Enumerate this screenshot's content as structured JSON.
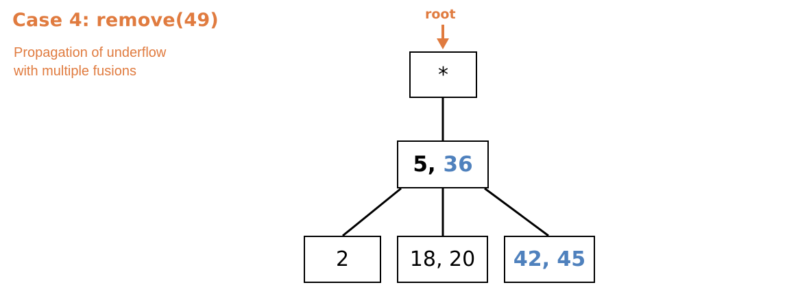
{
  "title": "Case 4: remove(49)",
  "subtitle_line1": "Propagation of underflow",
  "subtitle_line2": "with multiple fusions",
  "root_label": "root",
  "colors": {
    "accent": "#E07B3F",
    "highlight": "#4F81BD",
    "edge": "#000000"
  },
  "tree": {
    "root": {
      "key": "*"
    },
    "internal": {
      "key1": "5,",
      "key2": "36"
    },
    "leaves": [
      {
        "keys": "2"
      },
      {
        "keys": "18, 20"
      },
      {
        "keys": "42, 45"
      }
    ]
  }
}
